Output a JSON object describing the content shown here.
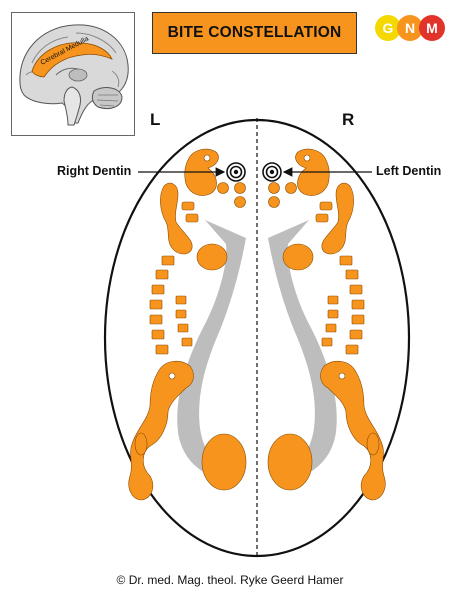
{
  "header": {
    "title": "BITE CONSTELLATION",
    "logo_letters": [
      "G",
      "N",
      "M"
    ],
    "logo_colors": [
      "#f5d800",
      "#f7941d",
      "#e2332b"
    ]
  },
  "inset": {
    "region_label": "Cerebral Medulla",
    "highlight_color": "#f7941d"
  },
  "diagram": {
    "left_side_label": "L",
    "right_side_label": "R",
    "callout_left": "Right Dentin",
    "callout_right": "Left Dentin",
    "relay_color": "#f7941d",
    "ventricle_color": "#bdbdbd"
  },
  "footer": {
    "copyright": "© Dr. med. Mag. theol. Ryke Geerd Hamer"
  }
}
